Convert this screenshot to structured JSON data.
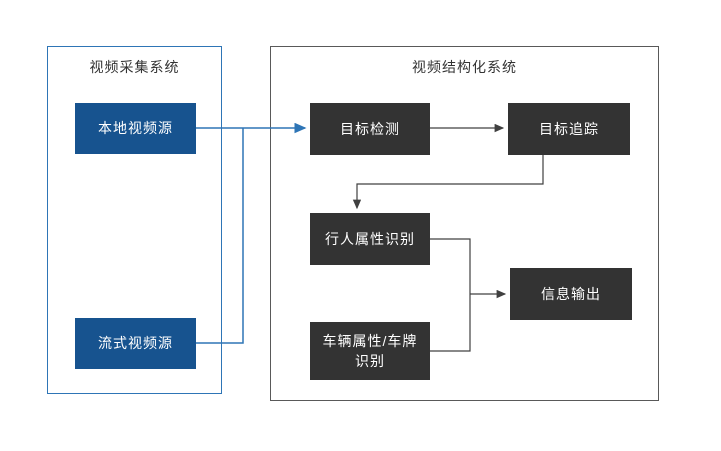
{
  "diagram": {
    "left_panel": {
      "title": "视频采集系统"
    },
    "right_panel": {
      "title": "视频结构化系统"
    },
    "nodes": {
      "local_source": "本地视频源",
      "stream_source": "流式视频源",
      "detection": "目标检测",
      "tracking": "目标追踪",
      "pedestrian": "行人属性识别",
      "vehicle": "车辆属性/车牌识别",
      "output": "信息输出"
    },
    "colors": {
      "blue_node": "#17538f",
      "dark_node": "#333333",
      "blue_line": "#2e75b6",
      "dark_line": "#404040",
      "left_border": "#2e75b6",
      "right_border": "#595959",
      "title_color": "#333333"
    }
  }
}
